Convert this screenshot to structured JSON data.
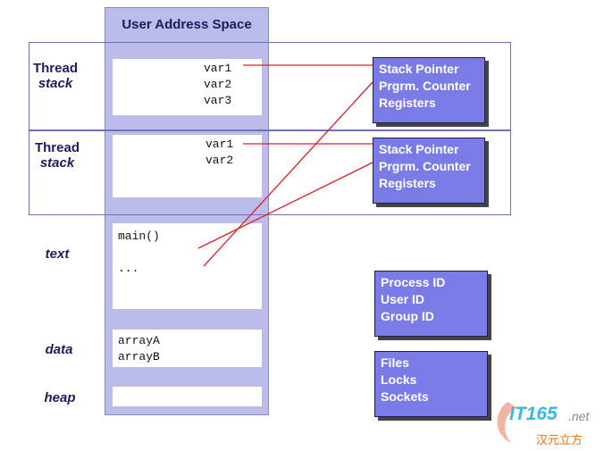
{
  "title": "User Address Space",
  "threads": [
    {
      "label1": "Thread",
      "label2": "stack",
      "vars": [
        "var1",
        "var2",
        "var3"
      ]
    },
    {
      "label1": "Thread",
      "label2": "stack",
      "vars": [
        "var1",
        "var2"
      ]
    }
  ],
  "segments": {
    "text": {
      "label": "text",
      "lines": [
        "main()",
        "..."
      ]
    },
    "data": {
      "label": "data",
      "lines": [
        "arrayA",
        "arrayB"
      ]
    },
    "heap": {
      "label": "heap"
    }
  },
  "register_sets": [
    {
      "lines": [
        "Stack Pointer",
        "Prgrm. Counter",
        "Registers"
      ]
    },
    {
      "lines": [
        "Stack Pointer",
        "Prgrm. Counter",
        "Registers"
      ]
    }
  ],
  "process_info": {
    "lines": [
      "Process ID",
      "User ID",
      "Group ID"
    ]
  },
  "resources": {
    "lines": [
      "Files",
      "Locks",
      "Sockets"
    ]
  },
  "watermark": {
    "brand": "IT165",
    "suffix": ".net",
    "cn": "汉元立方"
  },
  "colors": {
    "address_space": "#bcbcec",
    "register_box": "#7b7be8",
    "link_line": "#e02020"
  }
}
